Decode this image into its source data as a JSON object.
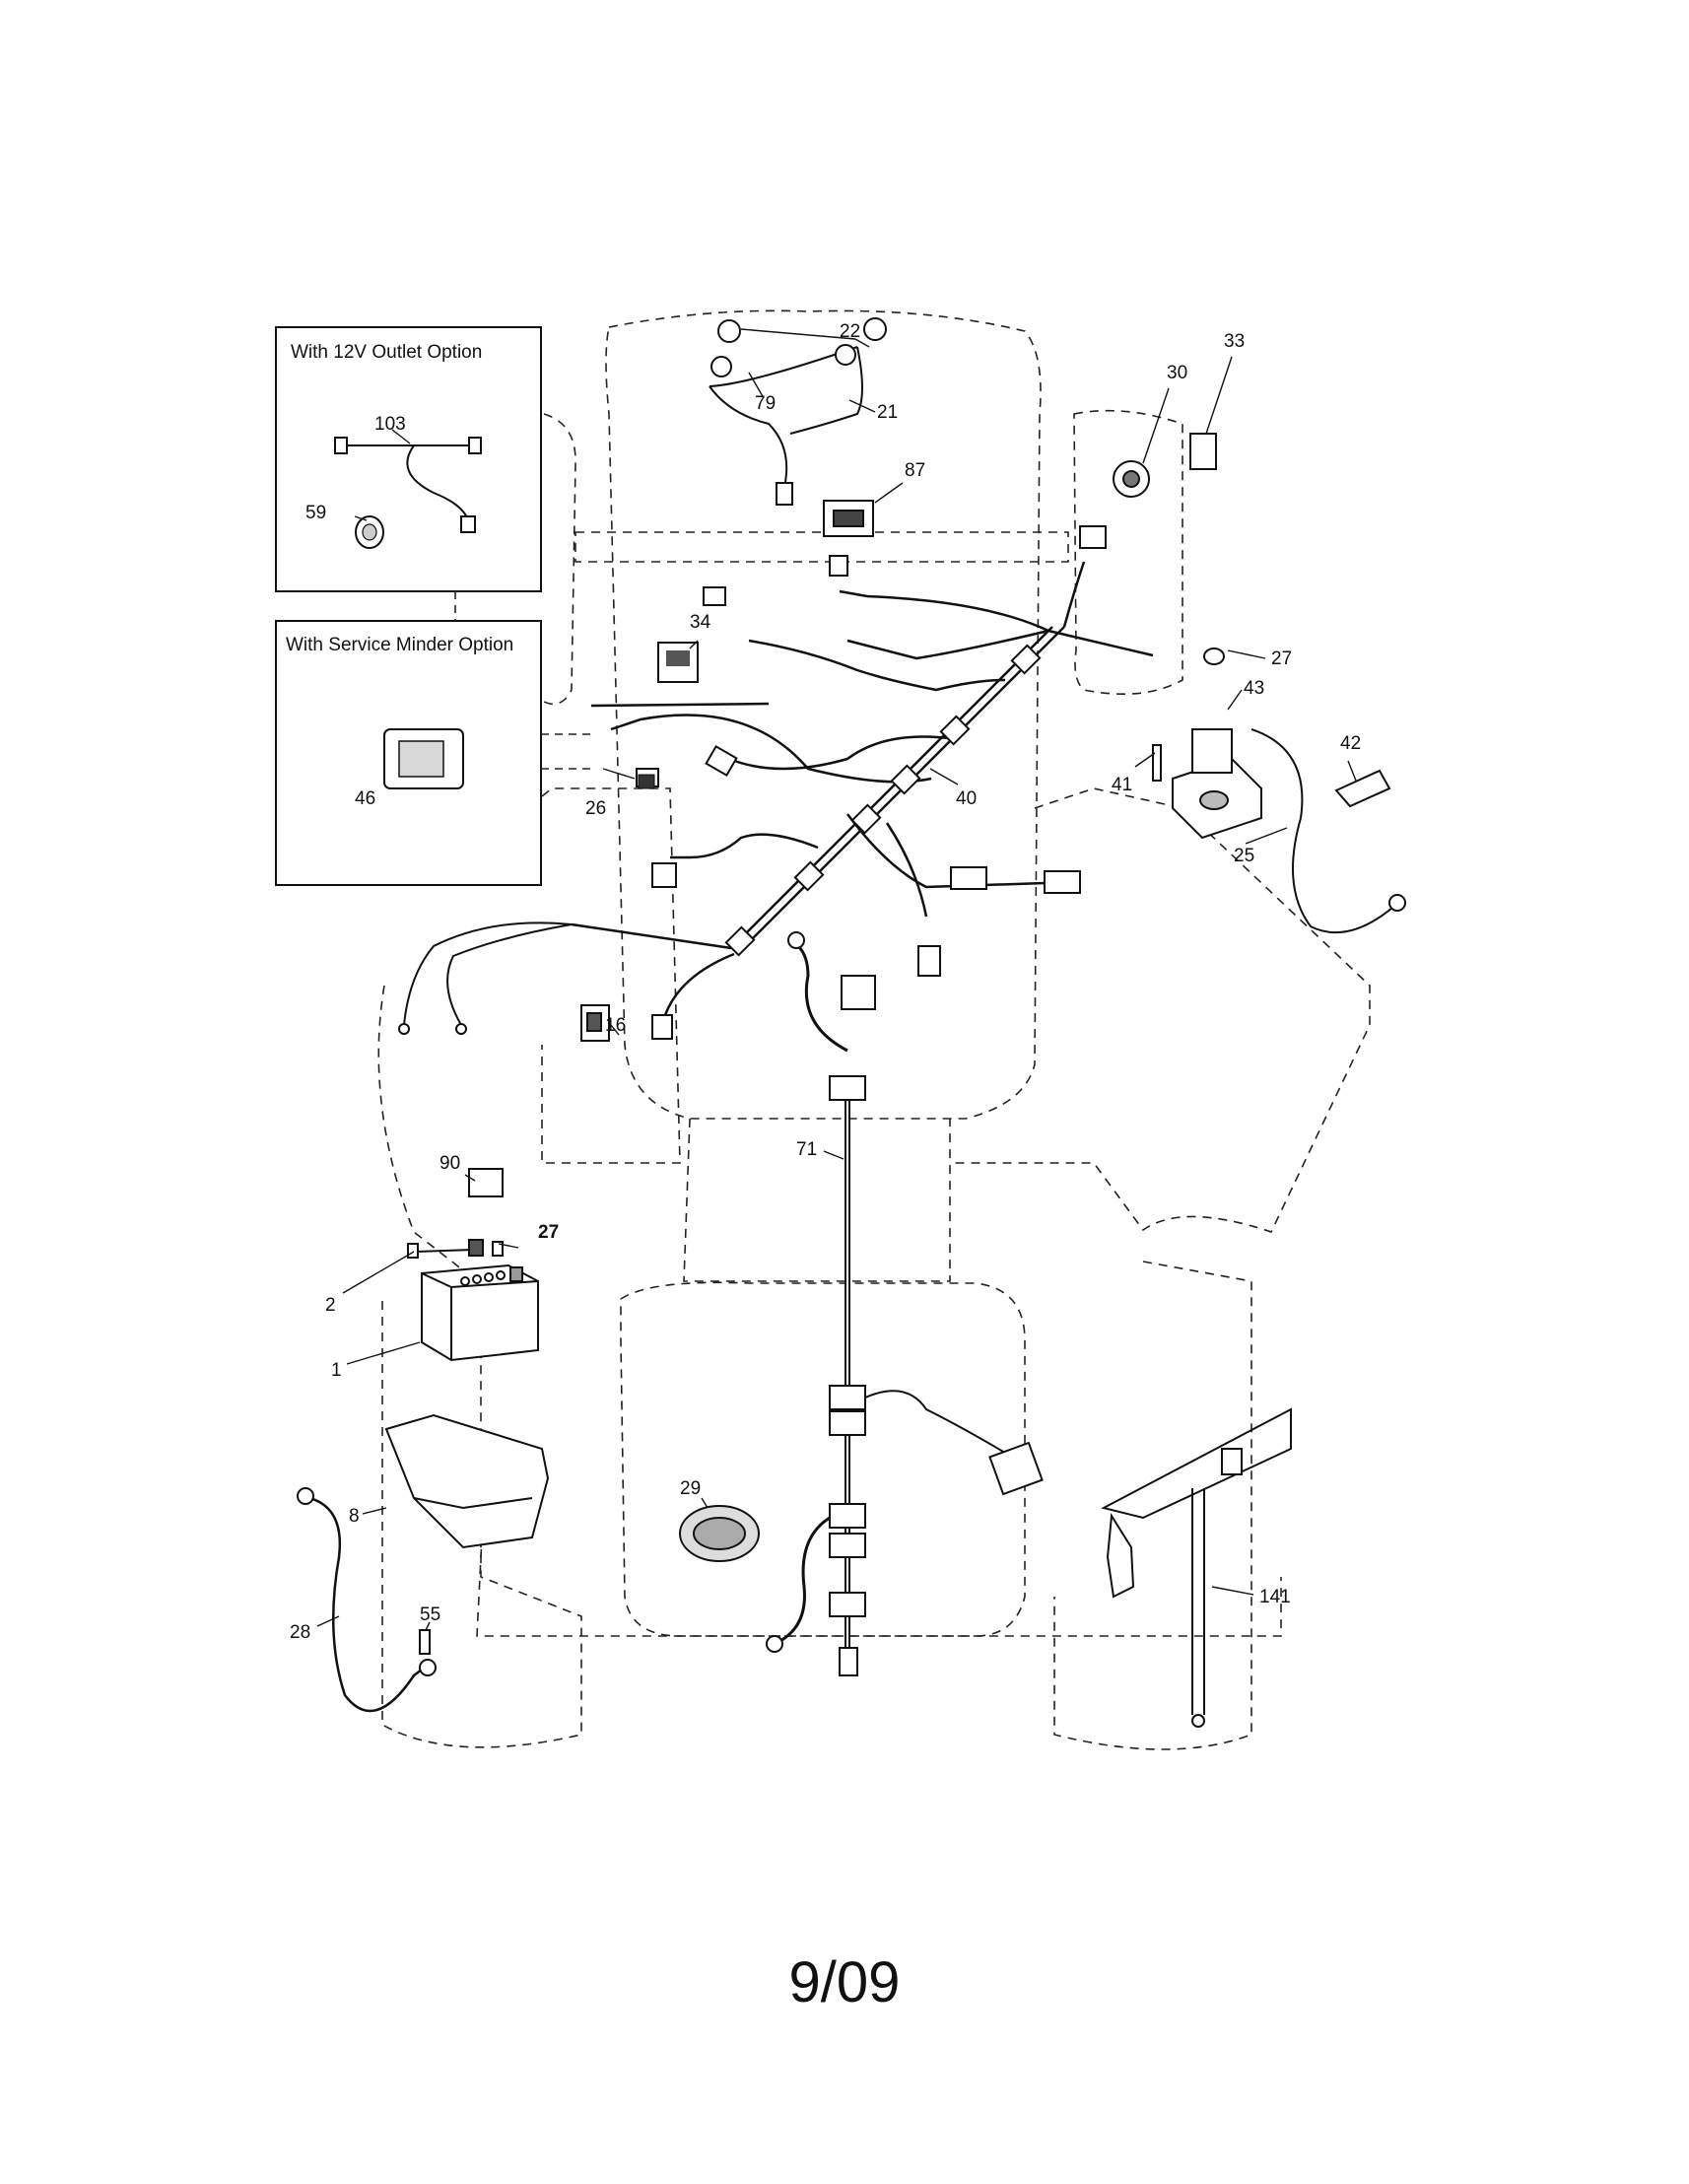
{
  "option_boxes": {
    "outlet_title": "With 12V Outlet Option",
    "minder_title": "With Service Minder Option"
  },
  "callouts": {
    "p22": "22",
    "p79": "79",
    "p21": "21",
    "p87": "87",
    "p30": "30",
    "p33": "33",
    "p103": "103",
    "p59": "59",
    "p34": "34",
    "p46": "46",
    "p26": "26",
    "p40": "40",
    "p27a": "27",
    "p43": "43",
    "p42": "42",
    "p41": "41",
    "p25": "25",
    "p16": "16",
    "p71": "71",
    "p90": "90",
    "p27b": "27",
    "p2": "2",
    "p1": "1",
    "p8": "8",
    "p29": "29",
    "p141": "141",
    "p28": "28",
    "p55": "55"
  },
  "footer": {
    "date_code": "9/09"
  }
}
